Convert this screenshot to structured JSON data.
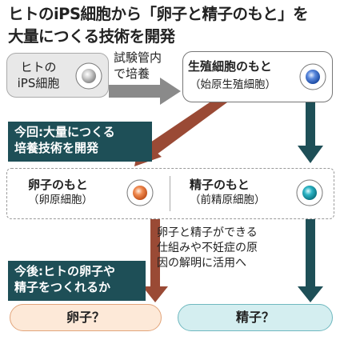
{
  "title": {
    "line1": "ヒトのiPS細胞から「卵子と精子のもと」を",
    "line2": "大量につくる技術を開発"
  },
  "ips": {
    "line1": "ヒトの",
    "line2": "iPS細胞"
  },
  "arrow_note": {
    "line1": "試験管内",
    "line2": "で培養"
  },
  "germ": {
    "main": "生殖細胞のもと",
    "sub": "（始原生殖細胞）"
  },
  "current_label": {
    "line1": "今回:大量につくる",
    "line2": "培養技術を開発"
  },
  "egg_source": {
    "main": "卵子のもと",
    "sub": "（卵原細胞）"
  },
  "sperm_source": {
    "main": "精子のもと",
    "sub": "（前精原細胞）"
  },
  "research_note": {
    "line1": "卵子と精子ができる",
    "line2": "仕組みや不妊症の原",
    "line3": "因の解明に活用へ"
  },
  "future_label": {
    "line1": "今後:ヒトの卵子や",
    "line2": "精子をつくれるか"
  },
  "egg_result": "卵子？",
  "sperm_result": "精子？",
  "colors": {
    "dark_teal": "#1e4f57",
    "brown": "#9a4a35",
    "gray_arrow": "#8a8a8a",
    "egg_cell": "#e8743b",
    "sperm_cell": "#1aa3b5",
    "germ_cell": "#2b63c2",
    "ips_cell": "#9a9a9a"
  }
}
